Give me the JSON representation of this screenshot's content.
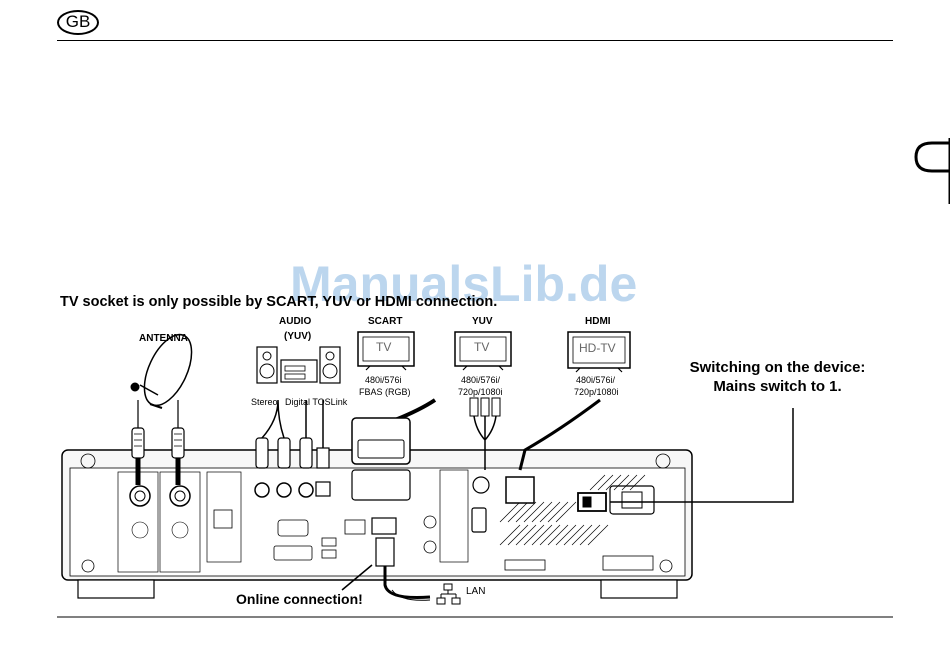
{
  "header": {
    "badge": "GB"
  },
  "watermark": "ManualsLib.de",
  "intro": "TV socket is only possible by SCART, YUV or HDMI connection.",
  "labels": {
    "antenna": "ANTENNA",
    "audio_title": "AUDIO",
    "audio_sub": "(YUV)",
    "audio_stereo": "Stereo",
    "audio_digital": "Digital TOSLink",
    "scart": "SCART",
    "scart_tv": "TV",
    "scart_res1": "480i/576i",
    "scart_res2": "FBAS (RGB)",
    "yuv": "YUV",
    "yuv_tv": "TV",
    "yuv_res1": "480i/576i/",
    "yuv_res2": "720p/1080i",
    "hdmi": "HDMI",
    "hdmi_tv": "HD-TV",
    "hdmi_res1": "480i/576i/",
    "hdmi_res2": "720p/1080i"
  },
  "switch_note": {
    "line1": "Switching on the device:",
    "line2": "Mains switch to 1."
  },
  "online": "Online connection!",
  "lan": "LAN"
}
